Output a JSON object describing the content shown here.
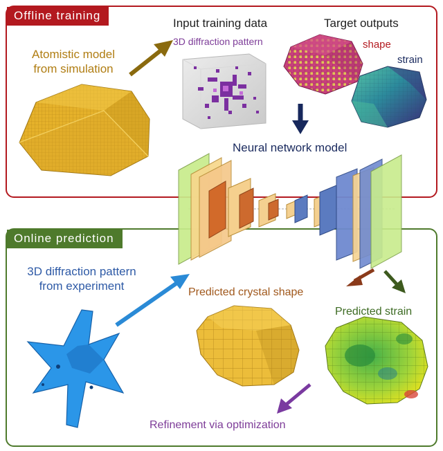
{
  "offline": {
    "tag": "Offline training",
    "atomistic_model": [
      "Atomistic model",
      "from simulation"
    ],
    "input_title": "Input training data",
    "input_subtitle": "3D diffraction pattern",
    "target_title": "Target outputs",
    "shape_label": "shape",
    "strain_label": "strain",
    "nn_title": "Neural network model"
  },
  "online": {
    "tag": "Online prediction",
    "diffraction_label": [
      "3D diffraction pattern",
      "from experiment"
    ],
    "predicted_shape": "Predicted crystal shape",
    "predicted_strain": "Predicted strain",
    "refinement": "Refinement via optimization"
  },
  "colors": {
    "offline": "#b3191f",
    "online": "#4e7a2c",
    "gold": "#e8b830",
    "purple": "#7d3c98",
    "navy": "#1a2a5e",
    "blue_text": "#2e5aa6",
    "brown_text": "#a0581c",
    "green_text": "#3d6b23"
  }
}
